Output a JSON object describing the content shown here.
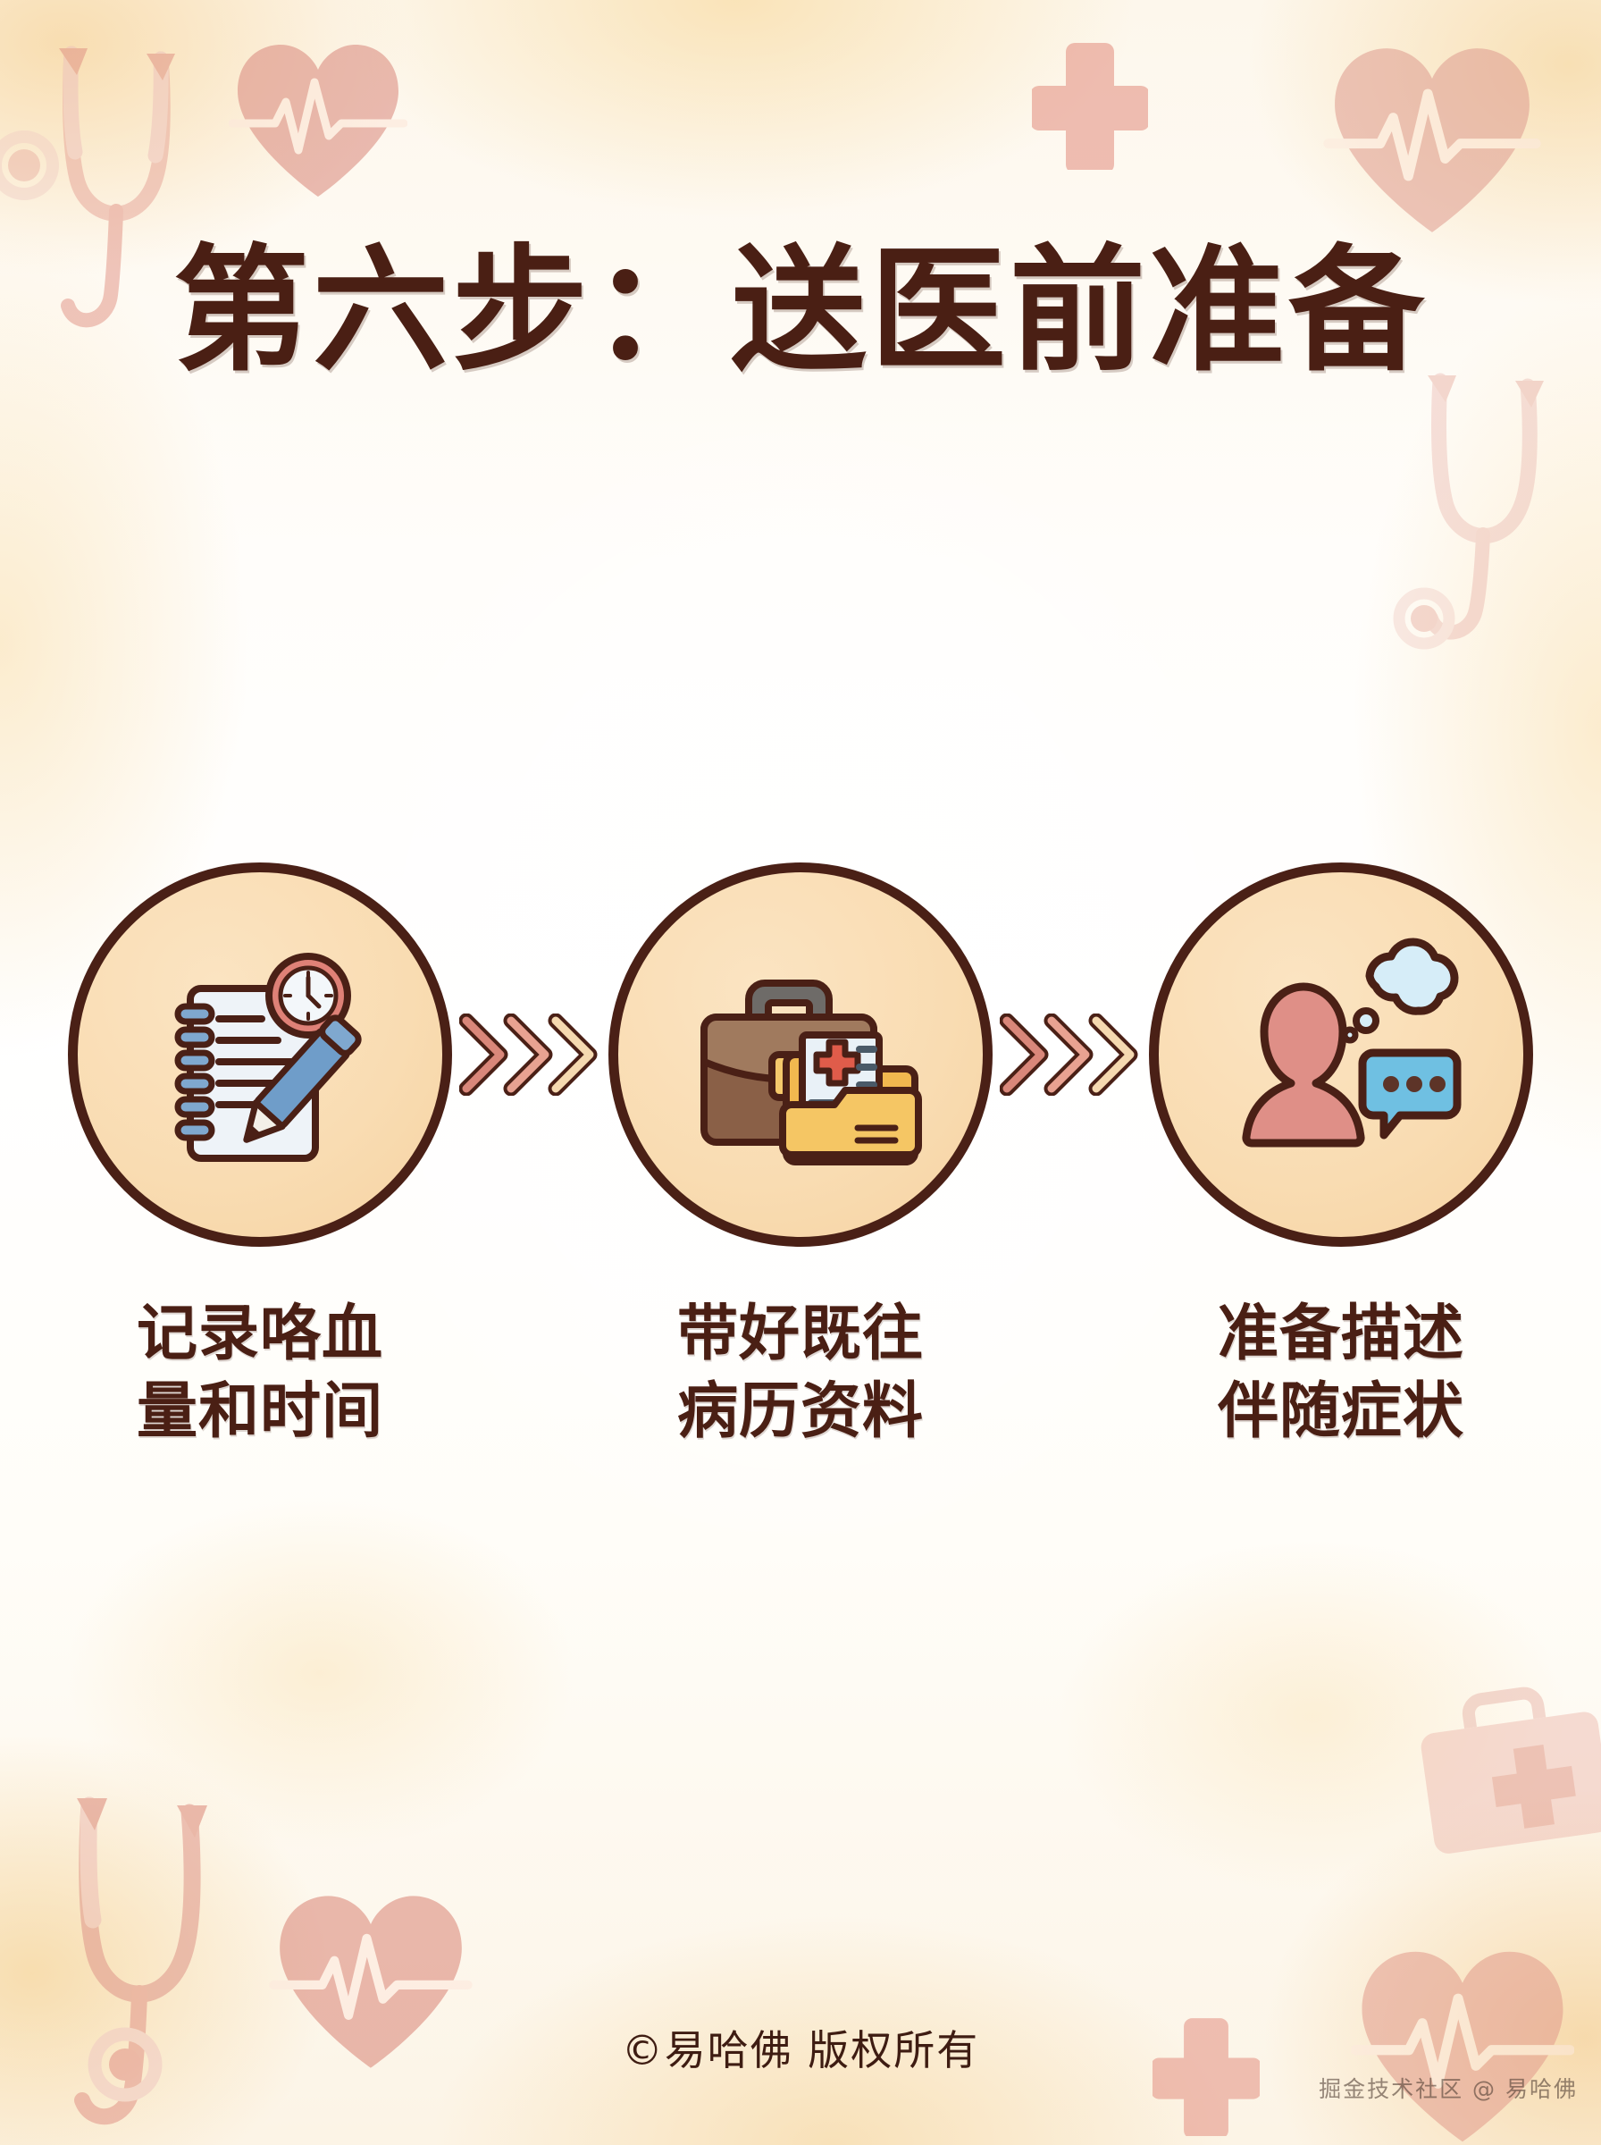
{
  "page": {
    "title": "第六步：送医前准备",
    "title_color": "#4a1f14",
    "background_accent": "#f7d6a0"
  },
  "steps": [
    {
      "index": 1,
      "icon": "notebook-clock-pencil-icon",
      "label": "记录咯血\n量和时间",
      "circle_fill": "#f9dcb2",
      "circle_stroke": "#4a2016"
    },
    {
      "index": 2,
      "icon": "briefcase-medical-folder-icon",
      "label": "带好既往\n病历资料",
      "circle_fill": "#f9dcb2",
      "circle_stroke": "#4a2016"
    },
    {
      "index": 3,
      "icon": "person-thought-speech-icon",
      "label": "准备描述\n伴随症状",
      "circle_fill": "#f9dcb2",
      "circle_stroke": "#4a2016"
    }
  ],
  "arrows": [
    {
      "name": "chevron-arrow-group",
      "chevron_colors": [
        "#d98a7a",
        "#e8a392",
        "#f5d9b0"
      ]
    },
    {
      "name": "chevron-arrow-group",
      "chevron_colors": [
        "#d98a7a",
        "#e8a392",
        "#f5d9b0"
      ]
    }
  ],
  "footer": {
    "copyright": "©易哈佛 版权所有"
  },
  "watermark": {
    "text": "掘金技术社区 @ 易哈佛"
  },
  "decorations": [
    {
      "name": "stethoscope-icon",
      "position": "top-left"
    },
    {
      "name": "heart-ecg-icon",
      "position": "top-left-center"
    },
    {
      "name": "medical-cross-icon",
      "position": "top-center-right"
    },
    {
      "name": "heart-ecg-icon",
      "position": "top-right"
    },
    {
      "name": "stethoscope-icon",
      "position": "right-upper"
    },
    {
      "name": "stethoscope-icon",
      "position": "bottom-left"
    },
    {
      "name": "heart-ecg-icon",
      "position": "bottom-left-center"
    },
    {
      "name": "medical-cross-icon",
      "position": "bottom-center-right"
    },
    {
      "name": "first-aid-kit-icon",
      "position": "bottom-right-upper"
    },
    {
      "name": "heart-ecg-icon",
      "position": "bottom-right"
    }
  ]
}
